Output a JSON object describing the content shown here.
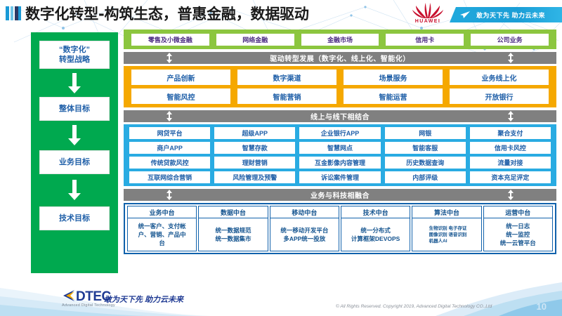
{
  "header": {
    "title": "数字化转型-构筑生态，普惠金融，数据驱动",
    "brand": "HUAWEI",
    "banner_text": "敢为天下先 助力云未来",
    "title_mark_icon": "bar-mark-icon",
    "huawei_icon": "huawei-fan-logo-icon",
    "banner_arrow_icon": "paper-plane-icon"
  },
  "left_flow": {
    "steps": [
      {
        "label": "“数字化”\n转型战略"
      },
      {
        "label": "整体目标"
      },
      {
        "label": "业务目标"
      },
      {
        "label": "技术目标"
      }
    ],
    "step_labels": {
      "s0_line1": "“数字化”",
      "s0_line2": "转型战略",
      "s1": "整体目标",
      "s2": "业务目标",
      "s3": "技术目标"
    },
    "arrow_icon": "down-arrow-icon"
  },
  "business_band": {
    "items": [
      "零售及小微金融",
      "网络金融",
      "金融市场",
      "信用卡",
      "公司业务"
    ]
  },
  "separators": {
    "drive": "驱动转型发展（数字化、线上化、智能化）",
    "online_offline": "线上与线下相结合",
    "fusion": "业务与科技相融合",
    "arrow_icon": "double-arrow-vertical-icon"
  },
  "orange_band": {
    "rows": [
      [
        "产品创新",
        "数字渠道",
        "场景服务",
        "业务线上化"
      ],
      [
        "智能风控",
        "智能营销",
        "智能运营",
        "开放银行"
      ]
    ]
  },
  "blue_band": {
    "rows": [
      [
        "网贷平台",
        "超级APP",
        "企业银行APP",
        "网银",
        "聚合支付"
      ],
      [
        "商户APP",
        "智慧存款",
        "智慧网点",
        "智能客服",
        "信用卡风控"
      ],
      [
        "传统贷款风控",
        "理财营销",
        "互金影像内容管理",
        "历史数据查询",
        "流量对接"
      ],
      [
        "互联网综合营销",
        "风险管理及预警",
        "诉讼案件管理",
        "内部评级",
        "资本充足评定"
      ]
    ]
  },
  "platform_band": {
    "columns": [
      {
        "title": "业务中台",
        "lines": [
          "统一客户、支付帐",
          "户、营销、产品中",
          "台"
        ],
        "small": false
      },
      {
        "title": "数据中台",
        "lines": [
          "统一数据规范",
          "统一数据集市"
        ],
        "small": false
      },
      {
        "title": "移动中台",
        "lines": [
          "统一移动开发平台",
          "多APP统一投放"
        ],
        "small": false
      },
      {
        "title": "技术中台",
        "lines": [
          "统一分布式",
          "计算框架DEVOPS"
        ],
        "small": false
      },
      {
        "title": "算法中台",
        "lines": [
          "生物识别 电子存证",
          "图像识别 语音识别",
          "机器人AI"
        ],
        "small": true
      },
      {
        "title": "运营中台",
        "lines": [
          "统一日志",
          "统一监控",
          "统一云管平台"
        ],
        "small": false
      }
    ]
  },
  "footer": {
    "logo_text": "DTEC",
    "logo_sub": "Advanced Digital Technology",
    "logo_icon": "dtec-triangle-icon",
    "slogan": "敢为天下先    助力云未来",
    "copyright": "© All Rights Reserved. Copyright 2019, Advanced Digital Technology CO.,Ltd",
    "page_number": "10"
  },
  "colors": {
    "sidebar_green": "#00a94f",
    "band_green": "#8cc63f",
    "band_orange": "#f5a800",
    "band_blue": "#29abe2",
    "band_dark_blue": "#1162ac",
    "separator_grey": "#808080",
    "text_blue": "#1f5fa8",
    "huawei_red": "#c8102e"
  }
}
